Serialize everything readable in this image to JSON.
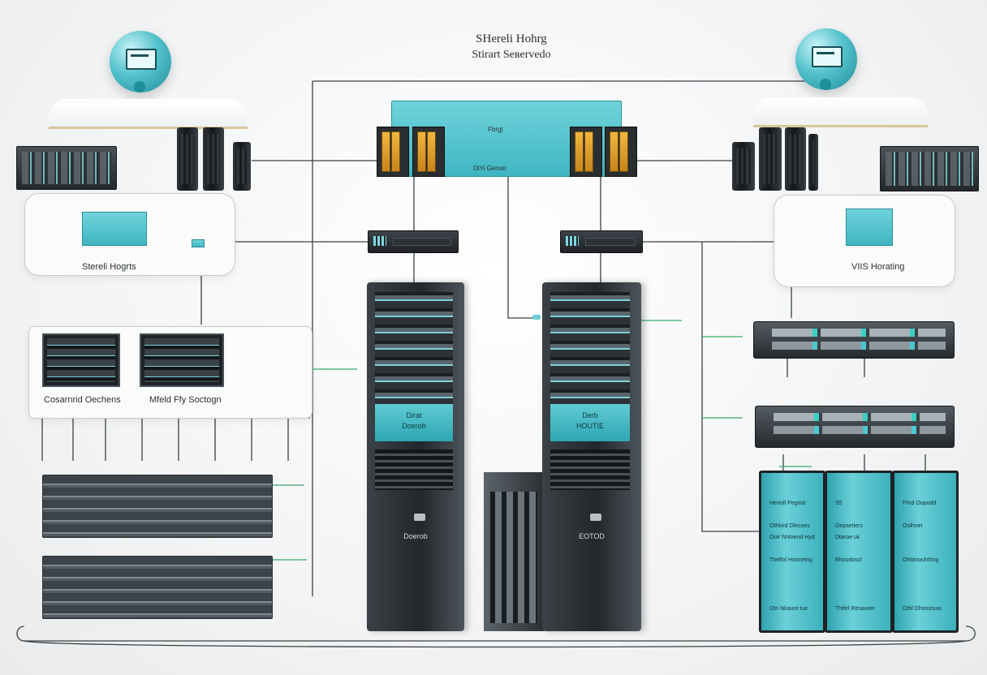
{
  "diagram": {
    "title_line1": "SΗereli Hohrg",
    "title_line2": "Stirart Sевervedo",
    "center_banner_top": "Fbrg|",
    "center_banner_bottom": "DiYi Geroer",
    "left_panel_caption": "Stereli Hogrts",
    "right_panel_caption": "VIΙS Horating",
    "left_box_caption_1": "Cosarnrid Oechens",
    "left_box_caption_2": "Mfeld Ffy Soctogn",
    "tower_left_label_1": "Dirat",
    "tower_left_label_2": "Doerob",
    "tower_left_name": "Doerob",
    "tower_right_label_1": "Derb",
    "tower_right_label_2": "HOUTIE",
    "tower_right_name": "EOTOD",
    "teal_box_1": [
      "Hertoll Pegriot",
      "Othkird Dlecoes",
      "Ooir Nntveod Hyd",
      "Thelfol Hooneing",
      "Otn Nkaunt tue"
    ],
    "teal_box_2": [
      "S5",
      "Oepsetiers",
      "Dtaroe uk",
      "Bhoudoscl",
      "Thtfel Resaveer"
    ],
    "teal_box_3": [
      "Fhrd Oopodd",
      "Oolhnet",
      "",
      "Ohtanouhthng",
      "Othl Dhonosuw"
    ],
    "colors": {
      "accent_teal": "#3fb6c2",
      "dark_device": "#23272b",
      "amber_drive": "#e5a535"
    },
    "icons": [
      "globe-monitor-icon",
      "server-rack-icon",
      "switch-icon",
      "storage-array-icon"
    ]
  }
}
